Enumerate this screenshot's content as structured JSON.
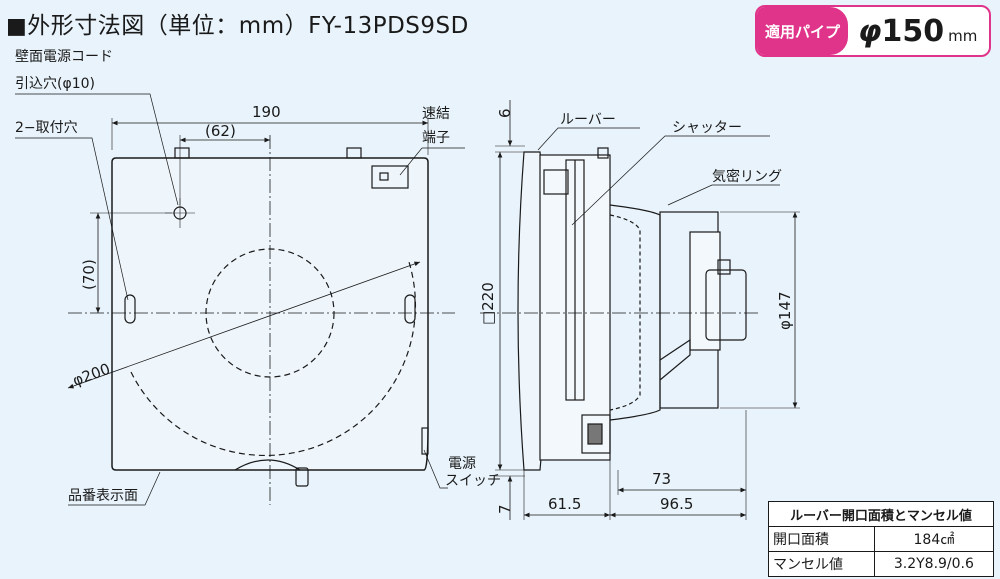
{
  "title": {
    "prefix": "■",
    "text": "外形寸法図（単位：mm）FY-13PDS9SD"
  },
  "pipe_badge": {
    "label": "適用パイプ",
    "symbol": "φ",
    "value": "150",
    "unit": "mm"
  },
  "front_view": {
    "labels": {
      "cord_hole_line1": "壁面電源コード",
      "cord_hole_line2": "引込穴(φ10)",
      "mount_holes": "2−取付穴",
      "quick_terminal_line1": "速結",
      "quick_terminal_line2": "端子",
      "product_label": "品番表示面",
      "power_switch_line1": "電源",
      "power_switch_line2": "スイッチ"
    },
    "dimensions": {
      "width": "190",
      "offset": "(62)",
      "height_offset": "(70)",
      "diameter": "φ200"
    }
  },
  "side_view": {
    "labels": {
      "louver": "ルーバー",
      "shutter": "シャッター",
      "airtight_ring": "気密リング"
    },
    "dimensions": {
      "top": "6",
      "square": "□220",
      "bottom": "7",
      "depth_a": "61.5",
      "depth_b": "96.5",
      "depth_c": "73",
      "pipe_dia": "φ147"
    }
  },
  "spec_table": {
    "header": "ルーバー開口面積とマンセル値",
    "rows": [
      {
        "key": "開口面積",
        "value": "184㎠"
      },
      {
        "key": "マンセル値",
        "value": "3.2Y8.9/0.6"
      }
    ]
  },
  "colors": {
    "accent": "#e0348a",
    "line": "#1a1a1a",
    "background": "#e8f3fb"
  }
}
